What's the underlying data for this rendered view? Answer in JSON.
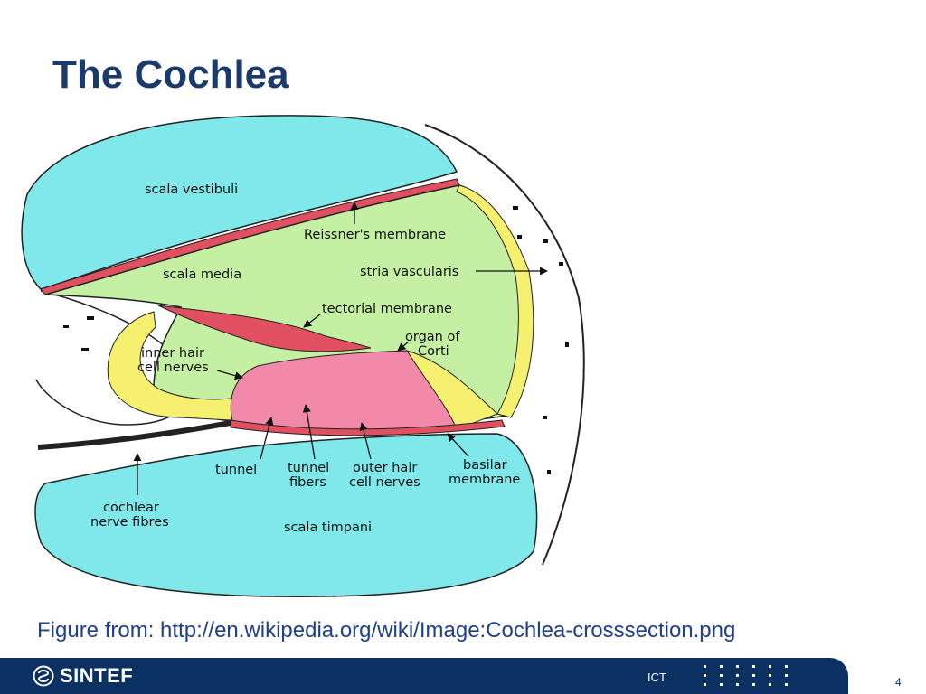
{
  "slide": {
    "title": "The Cochlea",
    "caption": "Figure from: http://en.wikipedia.org/wiki/Image:Cochlea-crosssection.png",
    "page_number": "4"
  },
  "diagram": {
    "labels": {
      "scala_vestibuli": "scala vestibuli",
      "reissners_membrane": "Reissner's membrane",
      "scala_media": "scala media",
      "stria_vascularis": "stria vascularis",
      "tectorial_membrane": "tectorial membrane",
      "organ_of_corti_1": "organ of",
      "organ_of_corti_2": "Corti",
      "inner_hair_1": "inner hair",
      "inner_hair_2": "cell nerves",
      "tunnel": "tunnel",
      "tunnel_fibers_1": "tunnel",
      "tunnel_fibers_2": "fibers",
      "outer_hair_1": "outer hair",
      "outer_hair_2": "cell nerves",
      "basilar_1": "basilar",
      "basilar_2": "membrane",
      "cochlear_1": "cochlear",
      "cochlear_2": "nerve fibres",
      "scala_timpani": "scala timpani"
    },
    "colors": {
      "scala_fluid": "#80e8ea",
      "scala_media": "#c5f0a4",
      "membrane_red": "#e05060",
      "organ_pink": "#f08aa8",
      "cells_yellow": "#f5f070"
    }
  },
  "footer": {
    "brand": "SINTEF",
    "department": "ICT",
    "brand_icon": "sintef-logo-icon"
  }
}
